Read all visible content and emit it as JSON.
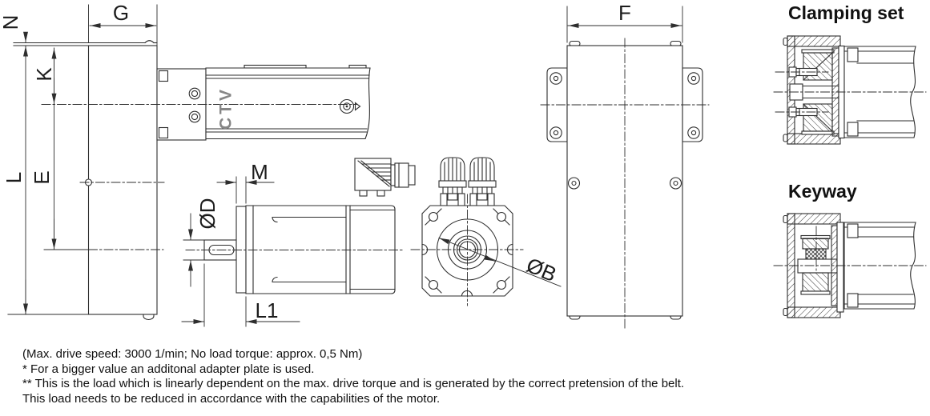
{
  "drawing": {
    "product_watermark": "CTV",
    "dimension_labels": {
      "n": "N",
      "g": "G",
      "k": "K",
      "l": "L",
      "e": "E",
      "m": "M",
      "od": "ØD",
      "l1": "L1",
      "ob": "ØB",
      "f": "F"
    },
    "details": {
      "clamping_title": "Clamping set",
      "keyway_title": "Keyway"
    },
    "notes": {
      "line1": "(Max. drive speed: 3000 1/min; No load torque: approx. 0,5 Nm)",
      "line2": "* For a bigger value an additonal adapter plate is used.",
      "line3": "** This is the load which is linearly dependent on the max. drive torque and is generated by the correct pretension of the belt.",
      "line4": "This load needs to be reduced in accordance with the capabilities of the motor."
    },
    "colors": {
      "line": "#2e2e2e",
      "watermark": "#868686",
      "background": "#ffffff"
    }
  }
}
